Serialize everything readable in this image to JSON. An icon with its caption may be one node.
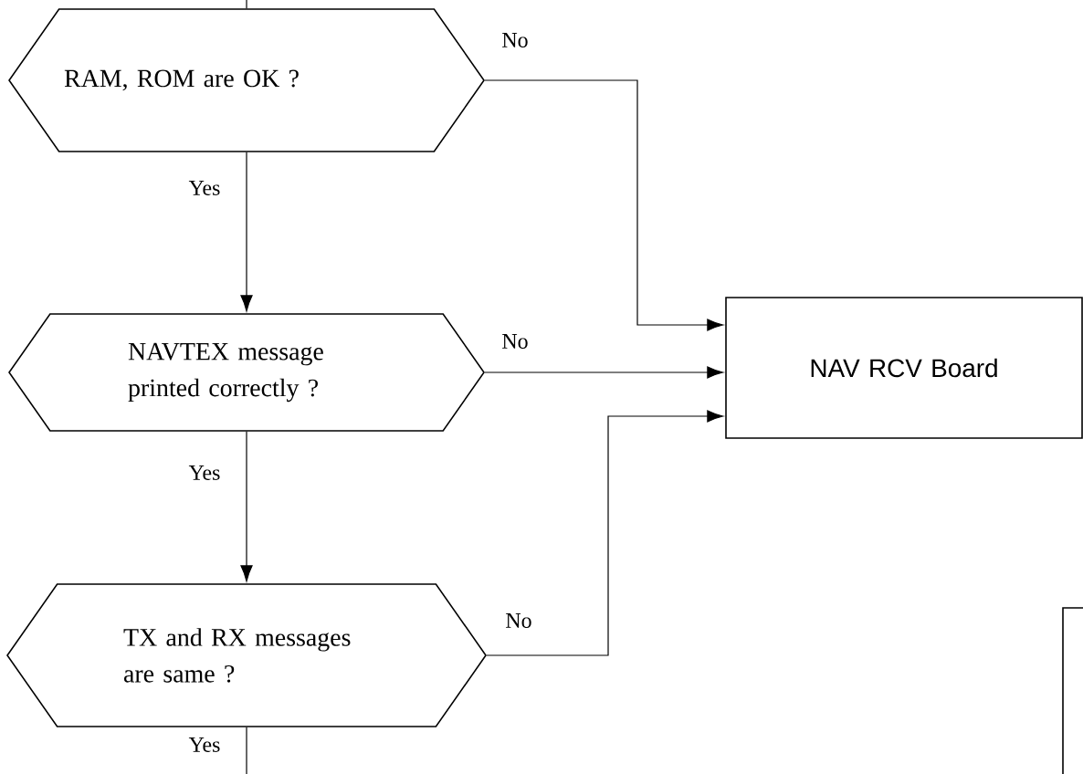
{
  "diagram": {
    "nodes": [
      {
        "text": [
          "RAM, ROM are OK ?"
        ]
      },
      {
        "text": [
          "NAVTEX message printed correctly ?"
        ]
      },
      {
        "text": [
          "TX and RX messages are same ?"
        ]
      },
      {
        "text": [
          "NAV RCV Board"
        ]
      },
      {
        "text": [],
        "shape": "box"
      }
    ],
    "edges": [
      {
        "from": null,
        "to": 0,
        "arrow": "none"
      },
      {
        "from": 0,
        "to": 1,
        "arrow": "to",
        "label": "Yes"
      },
      {
        "from": 1,
        "to": 2,
        "arrow": "to",
        "label": "Yes"
      },
      {
        "from": 2,
        "to": null,
        "arrow": "none",
        "label": "Yes"
      },
      {
        "from": 0,
        "to": 3,
        "arrow": "to",
        "label": "No"
      },
      {
        "from": 1,
        "to": 3,
        "arrow": "to",
        "label": "No"
      },
      {
        "from": 2,
        "to": 3,
        "arrow": "to",
        "label": "No"
      }
    ]
  }
}
